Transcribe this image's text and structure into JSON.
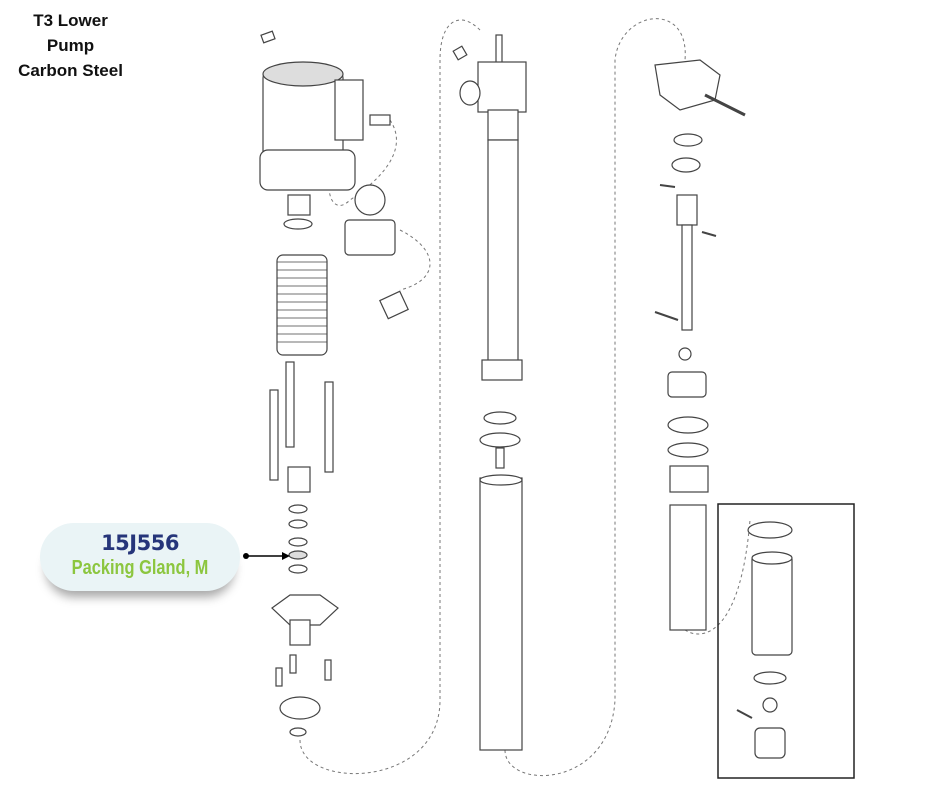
{
  "title": {
    "line1": "T3 Lower Pump",
    "line2": "Carbon Steel"
  },
  "callout": {
    "part_number": "15J556",
    "description": "Packing Gland, M",
    "pn_color": "#26357a",
    "desc_color": "#8cc63f"
  }
}
